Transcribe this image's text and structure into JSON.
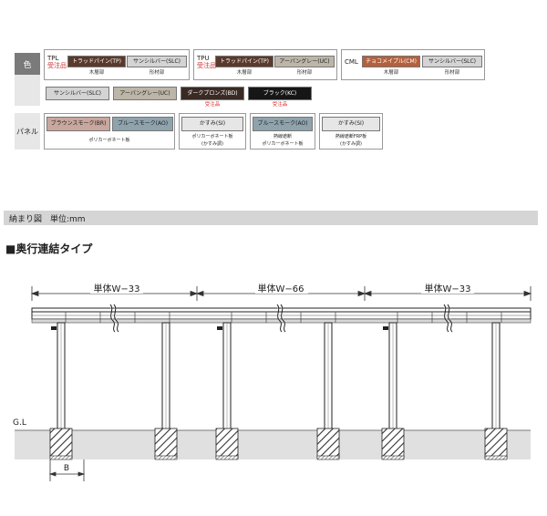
{
  "color_section": {
    "label": "色",
    "groups": [
      {
        "code": "TPL",
        "subnote": "受注品",
        "swatches": [
          {
            "label": "トラッドパイン(TP)",
            "bg": "#5a3a2c",
            "fg": "#ffffff",
            "caption": "木層部"
          },
          {
            "label": "サンシルバー(SLC)",
            "bg": "#d4d4d4",
            "fg": "#222222",
            "caption": "形材部"
          }
        ]
      },
      {
        "code": "TPU",
        "subnote": "受注品",
        "swatches": [
          {
            "label": "トラッドパイン(TP)",
            "bg": "#5a3a2c",
            "fg": "#ffffff",
            "caption": "木層部"
          },
          {
            "label": "アーバングレー(UC)",
            "bg": "#bdb5a8",
            "fg": "#222222",
            "caption": "形材部"
          }
        ]
      },
      {
        "code": "CML",
        "subnote": "",
        "swatches": [
          {
            "label": "チョコメイプル(CM)",
            "bg": "#b5603c",
            "fg": "#ffffff",
            "caption": "木層部"
          },
          {
            "label": "サンシルバー(SLC)",
            "bg": "#d4d4d4",
            "fg": "#222222",
            "caption": "形材部"
          }
        ]
      }
    ],
    "row2": [
      {
        "label": "サンシルバー(SLC)",
        "bg": "#d4d4d4",
        "fg": "#222222",
        "note": ""
      },
      {
        "label": "アーバングレー(UC)",
        "bg": "#bdb5a8",
        "fg": "#222222",
        "note": ""
      },
      {
        "label": "ダークブロンズ(BD)",
        "bg": "#3a2a24",
        "fg": "#ffffff",
        "note": "受注品"
      },
      {
        "label": "ブラック(KC)",
        "bg": "#161616",
        "fg": "#ffffff",
        "note": "受注品"
      }
    ]
  },
  "panel_section": {
    "label": "パネル",
    "groups": [
      {
        "swatches": [
          {
            "label": "ブラウンスモーク(BR)",
            "bg": "#c9a79e",
            "fg": "#222222"
          },
          {
            "label": "ブルースモーク(AO)",
            "bg": "#8fa3ad",
            "fg": "#222222"
          }
        ],
        "note": "ポリカーボネート板",
        "note2": ""
      },
      {
        "swatches": [
          {
            "label": "かすみ(SI)",
            "bg": "#e6e6e6",
            "fg": "#222222"
          }
        ],
        "note": "ポリカーボネート板",
        "note2": "(かすみ調)"
      },
      {
        "swatches": [
          {
            "label": "ブルースモーク(AO)",
            "bg": "#8fa3ad",
            "fg": "#222222"
          }
        ],
        "note": "熱線遮断",
        "note2": "ポリカーボネート板"
      },
      {
        "swatches": [
          {
            "label": "かすみ(SI)",
            "bg": "#e6e6e6",
            "fg": "#222222"
          }
        ],
        "note": "熱線遮断FRP板",
        "note2": "(かすみ調)"
      }
    ]
  },
  "drawing_header": "納まり図　単位:mm",
  "drawing_title": "■奥行連結タイプ",
  "diagram": {
    "dim_labels": [
      "単体W−33",
      "単体W−66",
      "単体W−33"
    ],
    "gl_label": "G.L",
    "b_label": "B"
  }
}
